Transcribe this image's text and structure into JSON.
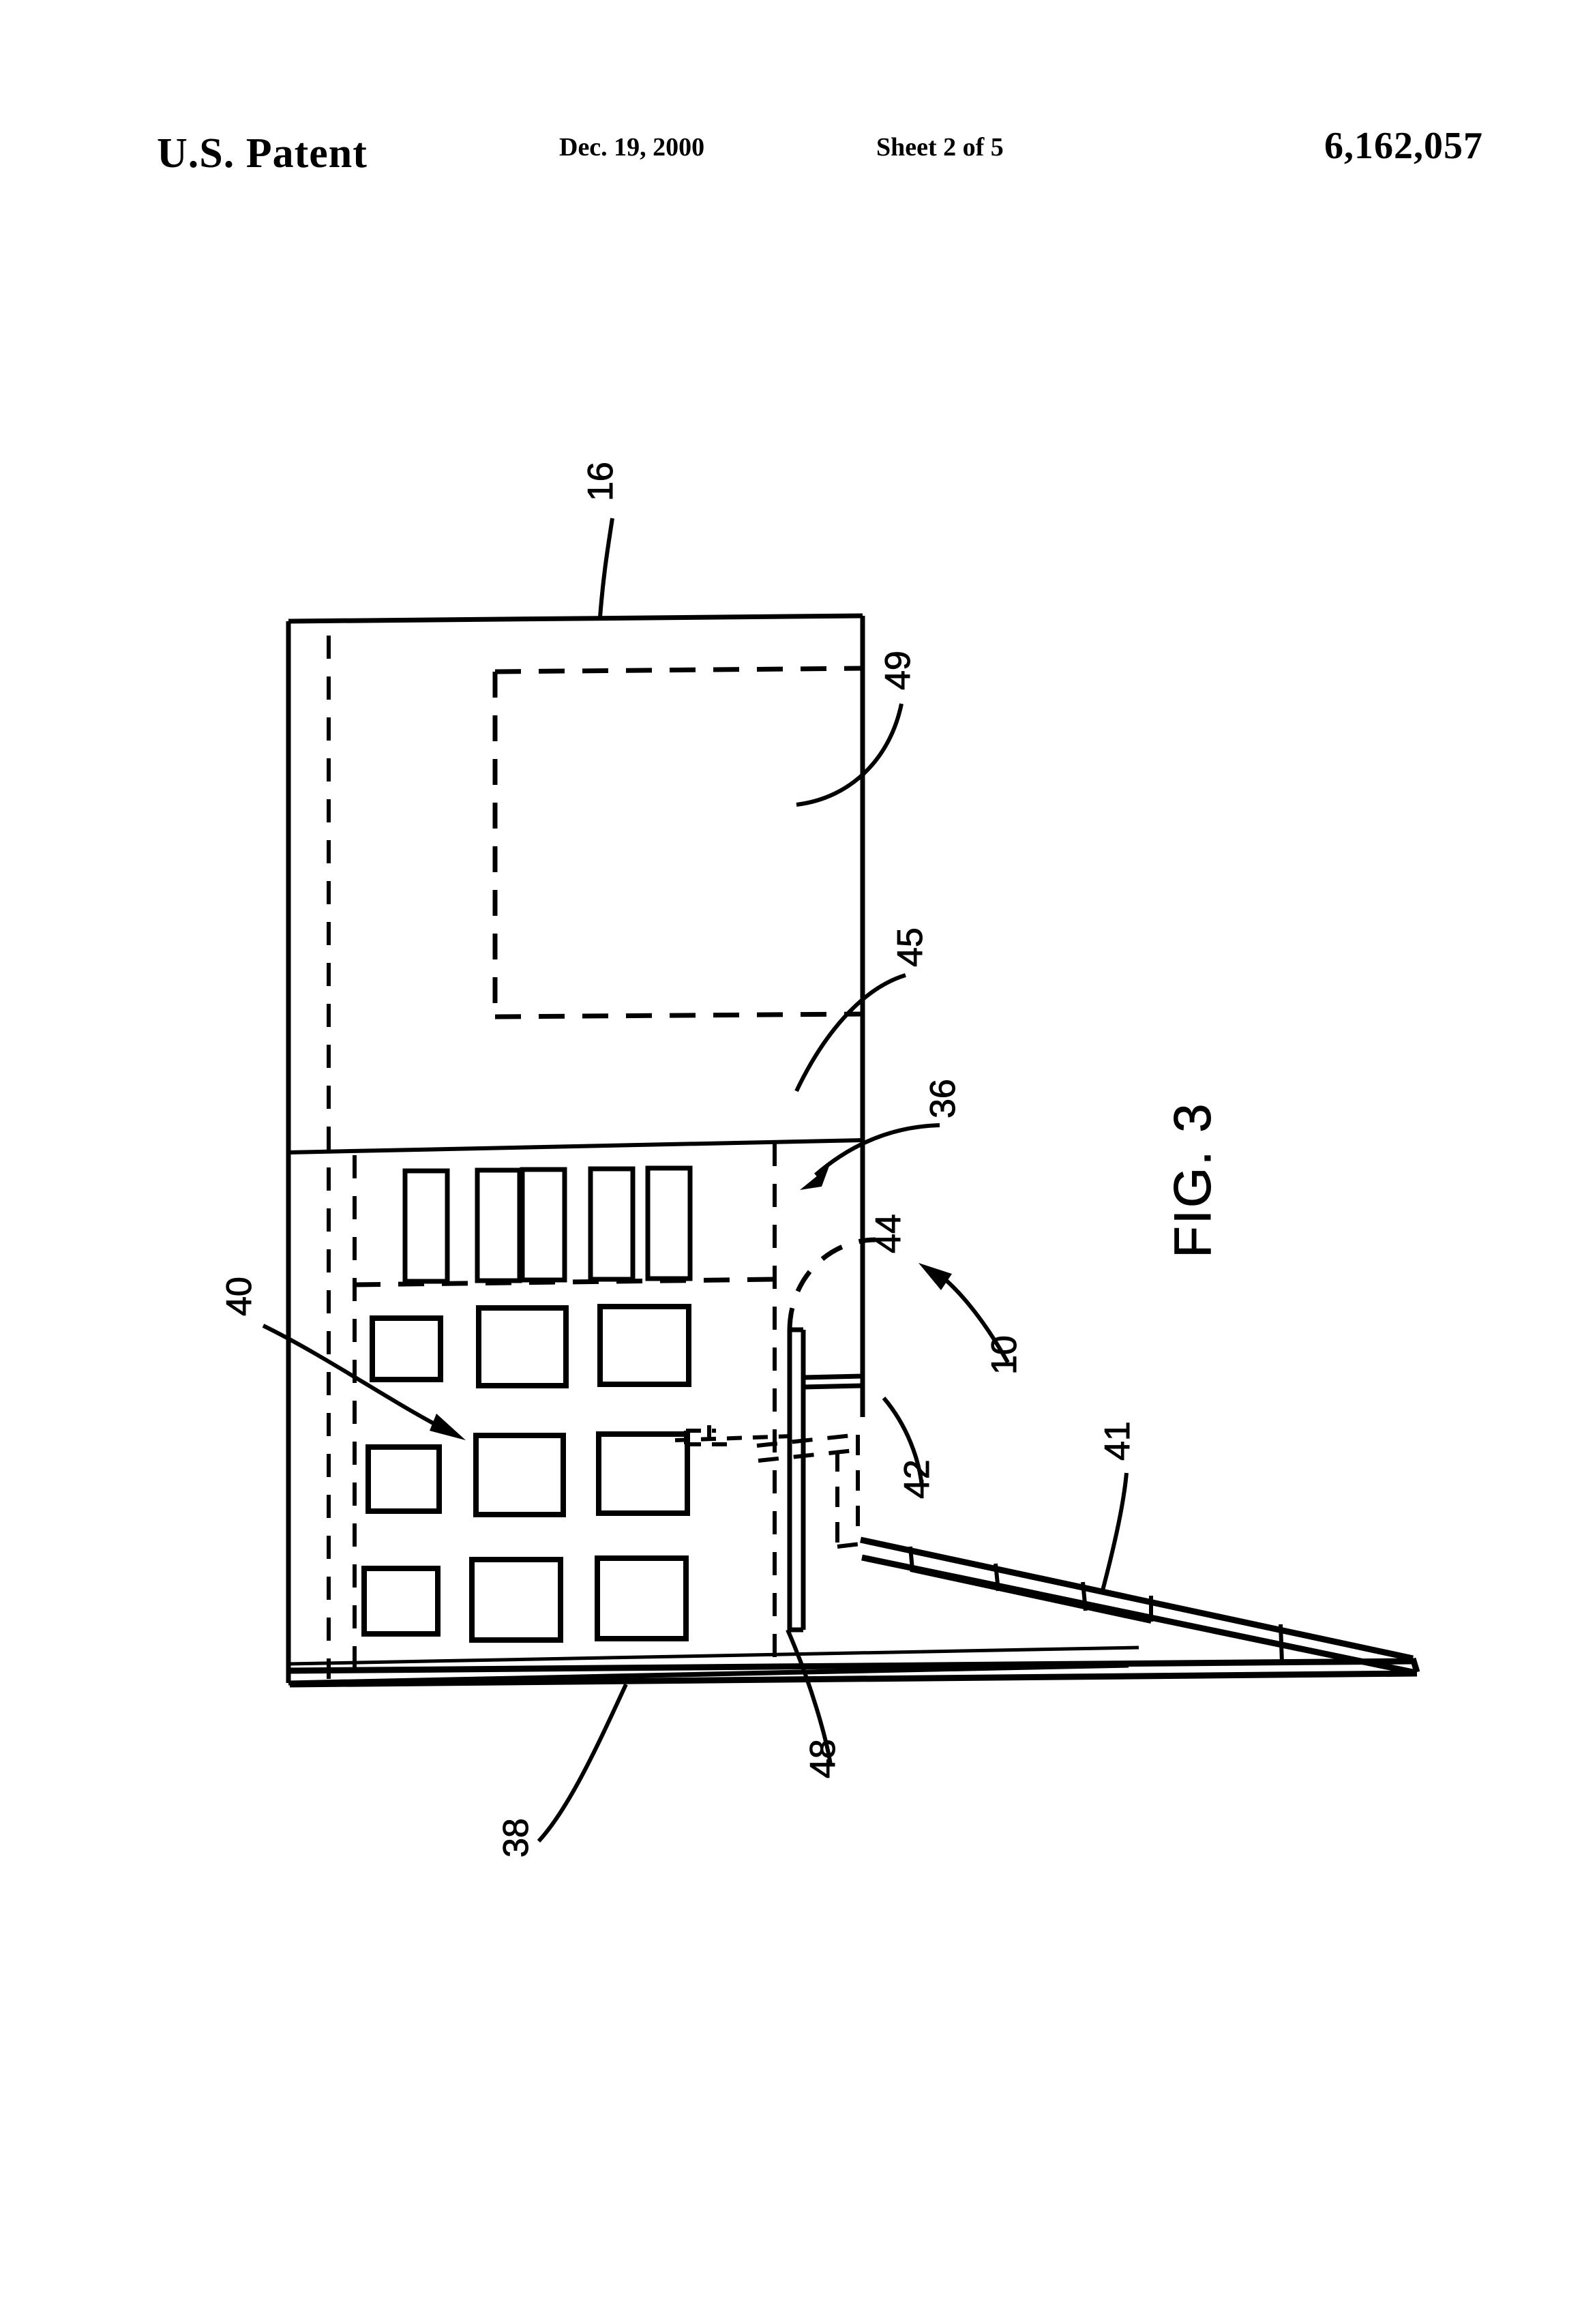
{
  "header": {
    "title": "U.S. Patent",
    "date": "Dec. 19, 2000",
    "sheet": "Sheet 2 of 5",
    "patent_number": "6,162,057"
  },
  "figure": {
    "caption": "FIG. 3",
    "callouts": {
      "housing": "16",
      "display": "49",
      "display_bezel": "45",
      "front_panel": "36",
      "keypad": "40",
      "pivot_arc": "44",
      "device": "10",
      "rear_edge": "42",
      "base_segments": "41",
      "base_front": "38",
      "kickstand": "48"
    }
  },
  "colors": {
    "ink": "#000000",
    "paper": "#ffffff"
  }
}
